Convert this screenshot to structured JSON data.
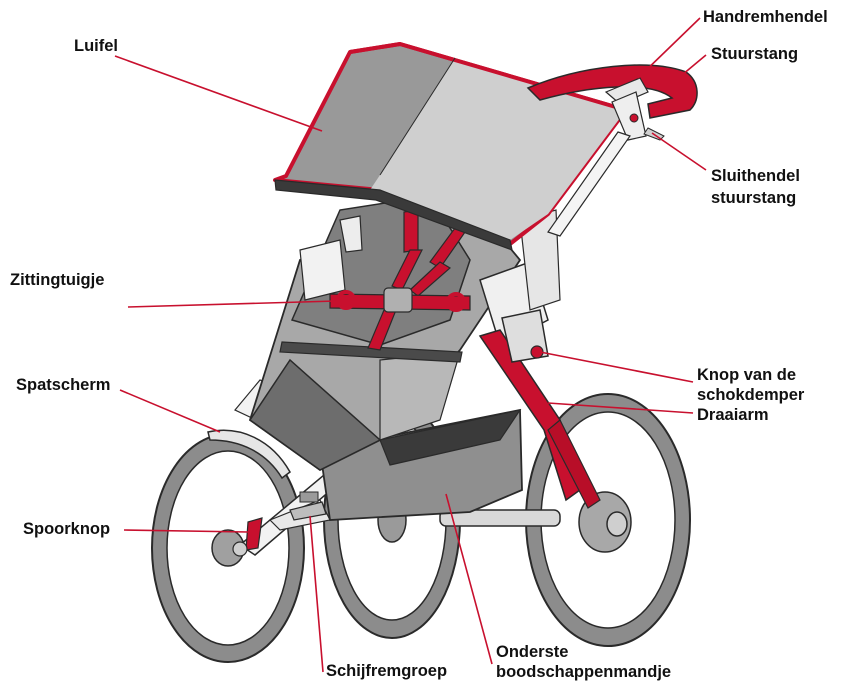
{
  "colors": {
    "accent": "#c8102e",
    "outline": "#2a2a2a",
    "tire": "#8c8c8c",
    "fabric_dark": "#8a8a8a",
    "fabric_light": "#cfcfcf"
  },
  "labels": {
    "luifel": "Luifel",
    "handremhendel": "Handremhendel",
    "stuurstang": "Stuurstang",
    "sluithendel_1": "Sluithendel",
    "sluithendel_2": "stuurstang",
    "zittingtuigje": "Zittingtuigje",
    "schokdemper_1": "Knop van de",
    "schokdemper_2": "schokdemper",
    "draaiarm": "Draaiarm",
    "spatscherm": "Spatscherm",
    "spoorknop": "Spoorknop",
    "schijfremgroep": "Schijfremgroep",
    "mandje_1": "Onderste",
    "mandje_2": "boodschappenmandje"
  }
}
